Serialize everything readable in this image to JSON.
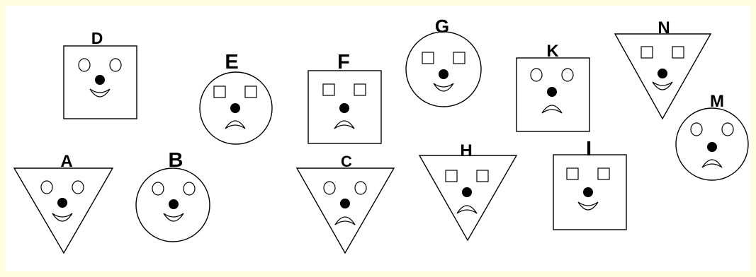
{
  "colors": {
    "background": "#ffffff",
    "border": "#fffde0",
    "ink": "#000000"
  },
  "faces": [
    {
      "label": "D",
      "shape": "square",
      "eyes": "circle",
      "mouth": "smile"
    },
    {
      "label": "E",
      "shape": "circle",
      "eyes": "square",
      "mouth": "frown"
    },
    {
      "label": "F",
      "shape": "square",
      "eyes": "square",
      "mouth": "frown"
    },
    {
      "label": "G",
      "shape": "circle",
      "eyes": "square",
      "mouth": "smile"
    },
    {
      "label": "K",
      "shape": "square",
      "eyes": "circle",
      "mouth": "frown"
    },
    {
      "label": "N",
      "shape": "triangle",
      "eyes": "square",
      "mouth": "smile"
    },
    {
      "label": "M",
      "shape": "circle",
      "eyes": "circle",
      "mouth": "frown"
    },
    {
      "label": "A",
      "shape": "triangle",
      "eyes": "circle",
      "mouth": "smile"
    },
    {
      "label": "B",
      "shape": "circle",
      "eyes": "circle",
      "mouth": "smile"
    },
    {
      "label": "C",
      "shape": "triangle",
      "eyes": "circle",
      "mouth": "frown"
    },
    {
      "label": "H",
      "shape": "triangle",
      "eyes": "square",
      "mouth": "frown"
    },
    {
      "label": "I",
      "shape": "square",
      "eyes": "square",
      "mouth": "smile"
    }
  ]
}
